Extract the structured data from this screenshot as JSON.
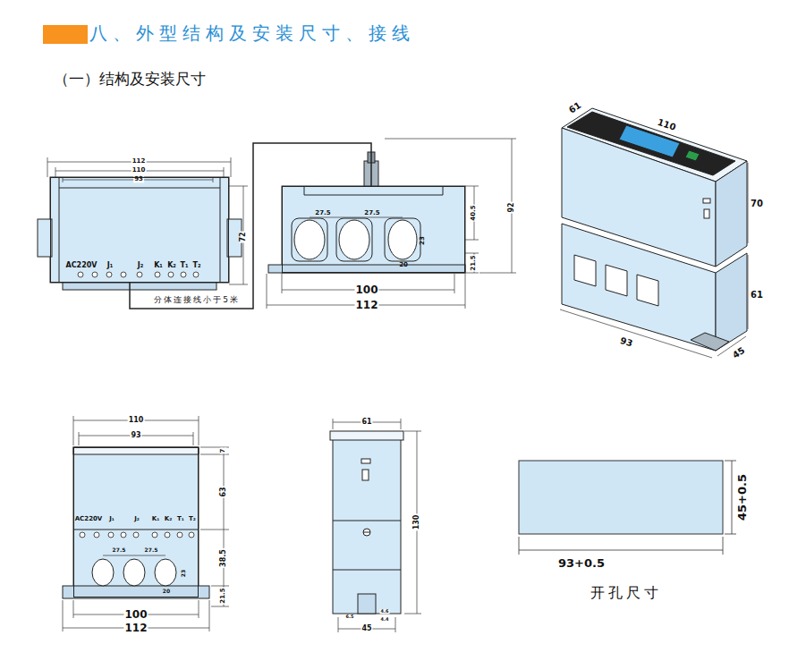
{
  "diagram": {
    "title": "八、外型结构及安装尺寸、接线",
    "nodes": [
      {
        "text": [
          "AC220V",
          "J₁",
          "J₂",
          "K₁",
          "K₂",
          "T₁",
          "T₂"
        ]
      },
      {
        "text": [
          "27.5",
          "27.5",
          "23",
          "20"
        ]
      },
      {
        "text": [
          "AC220V",
          "J₁",
          "J₂",
          "K₁",
          "K₂",
          "T₁",
          "T₂",
          "27.5",
          "27.5",
          "20",
          "23"
        ]
      }
    ],
    "edges": [
      {
        "from": 0,
        "to": 1,
        "label": "分体连接线小于5米",
        "arrow": "none"
      }
    ],
    "labels": [
      "（一）结构及安装尺寸",
      "112",
      "110",
      "93",
      "72",
      "40.5",
      "21.5",
      "92",
      "100",
      "112",
      "61",
      "110",
      "70",
      "61",
      "93",
      "45",
      "110",
      "93",
      "7",
      "63",
      "38.5",
      "21.5",
      "100",
      "112",
      "61",
      "130",
      "6.5",
      "4.6",
      "4.4",
      "45",
      "45+0.5",
      "93+0.5",
      "开孔尺寸"
    ]
  }
}
